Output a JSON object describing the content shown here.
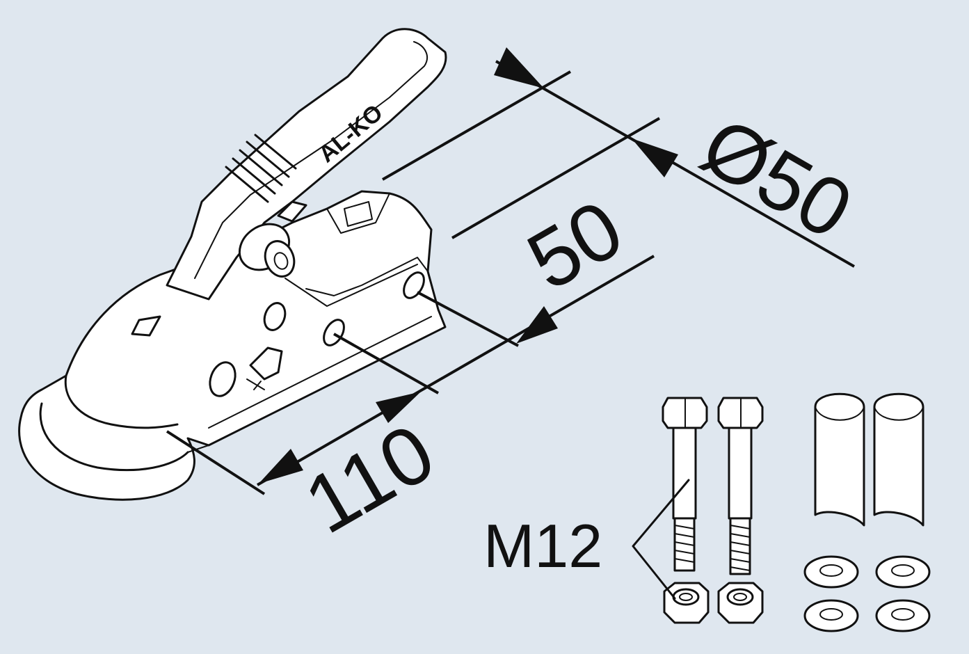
{
  "diagram": {
    "background_color": "#dfe7ef",
    "line_color": "#111111",
    "dimensions": {
      "ball_diameter": "Ø50",
      "hole_spacing": "50",
      "length": "110"
    },
    "bolt_label": "M12",
    "handle_logo": "AL-KO"
  }
}
